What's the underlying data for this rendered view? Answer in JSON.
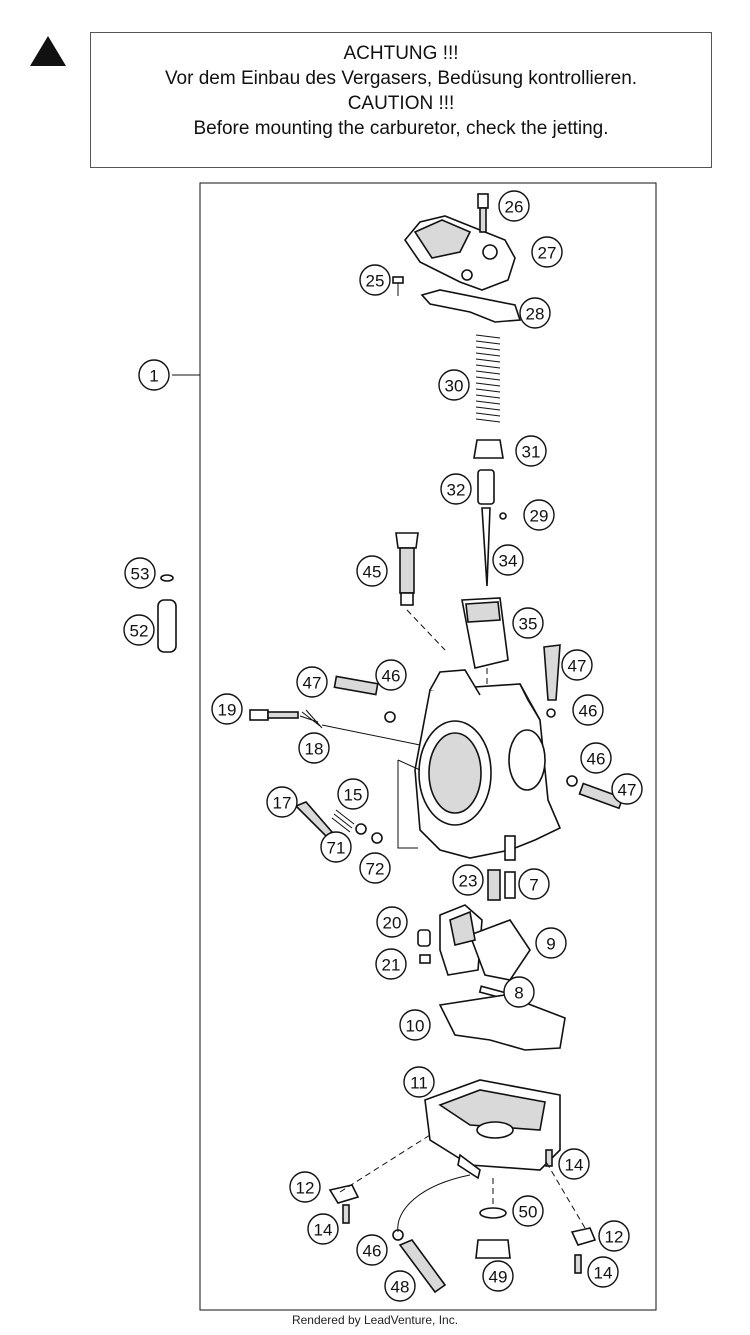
{
  "notice": {
    "icon": "warning-triangle-icon",
    "line1": "ACHTUNG !!!",
    "line2": "Vor dem Einbau des Vergasers, Bedüsung kontrollieren.",
    "line3": "CAUTION !!!",
    "line4": "Before mounting the carburetor, check the jetting."
  },
  "callouts": [
    "1",
    "26",
    "27",
    "25",
    "28",
    "30",
    "31",
    "32",
    "29",
    "34",
    "45",
    "35",
    "53",
    "52",
    "47",
    "46",
    "19",
    "18",
    "15",
    "17",
    "71",
    "72",
    "23",
    "7",
    "20",
    "9",
    "21",
    "8",
    "10",
    "11",
    "12",
    "14",
    "50",
    "49",
    "48"
  ],
  "footer": "Rendered by LeadVenture, Inc."
}
